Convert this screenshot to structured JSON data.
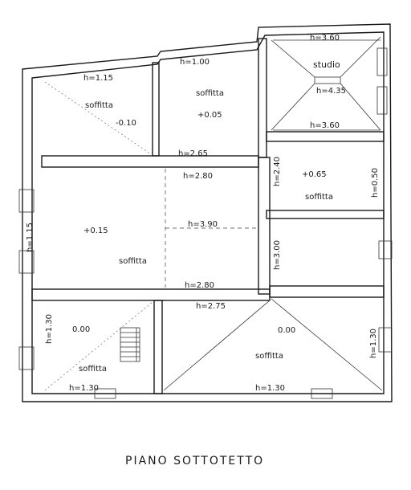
{
  "title": "PIANO SOTTOTETTO",
  "rooms": [
    {
      "name": "soffitta",
      "level": "-0.10",
      "height": "h=1.15"
    },
    {
      "name": "soffitta",
      "level": "+0.05",
      "height": "h=1.00"
    },
    {
      "name": "studio",
      "height_top": "h=3.60",
      "height_peak": "h=4.35",
      "height_bottom": "h=3.60"
    },
    {
      "name": "soffitta",
      "level": "+0.65",
      "height_left": "h=2.40",
      "height_right": "h=0.50"
    },
    {
      "name": "soffitta",
      "level": "+0.15",
      "height_left": "h=1.15",
      "height_mid": "h=3.90",
      "height_bottom": "h=2.80"
    },
    {
      "name": "soffitta",
      "level": "0.00",
      "height_left": "h=1.30",
      "height_bottom": "h=1.30"
    },
    {
      "name": "soffitta",
      "level": "0.00",
      "height_top": "h=2.75",
      "height_right": "h=1.30",
      "height_bottom": "h=1.30"
    }
  ],
  "corridor": {
    "h_top_left": "h=2.65",
    "h_top_right": "h=2.80",
    "h_vertical": "h=3.00"
  }
}
